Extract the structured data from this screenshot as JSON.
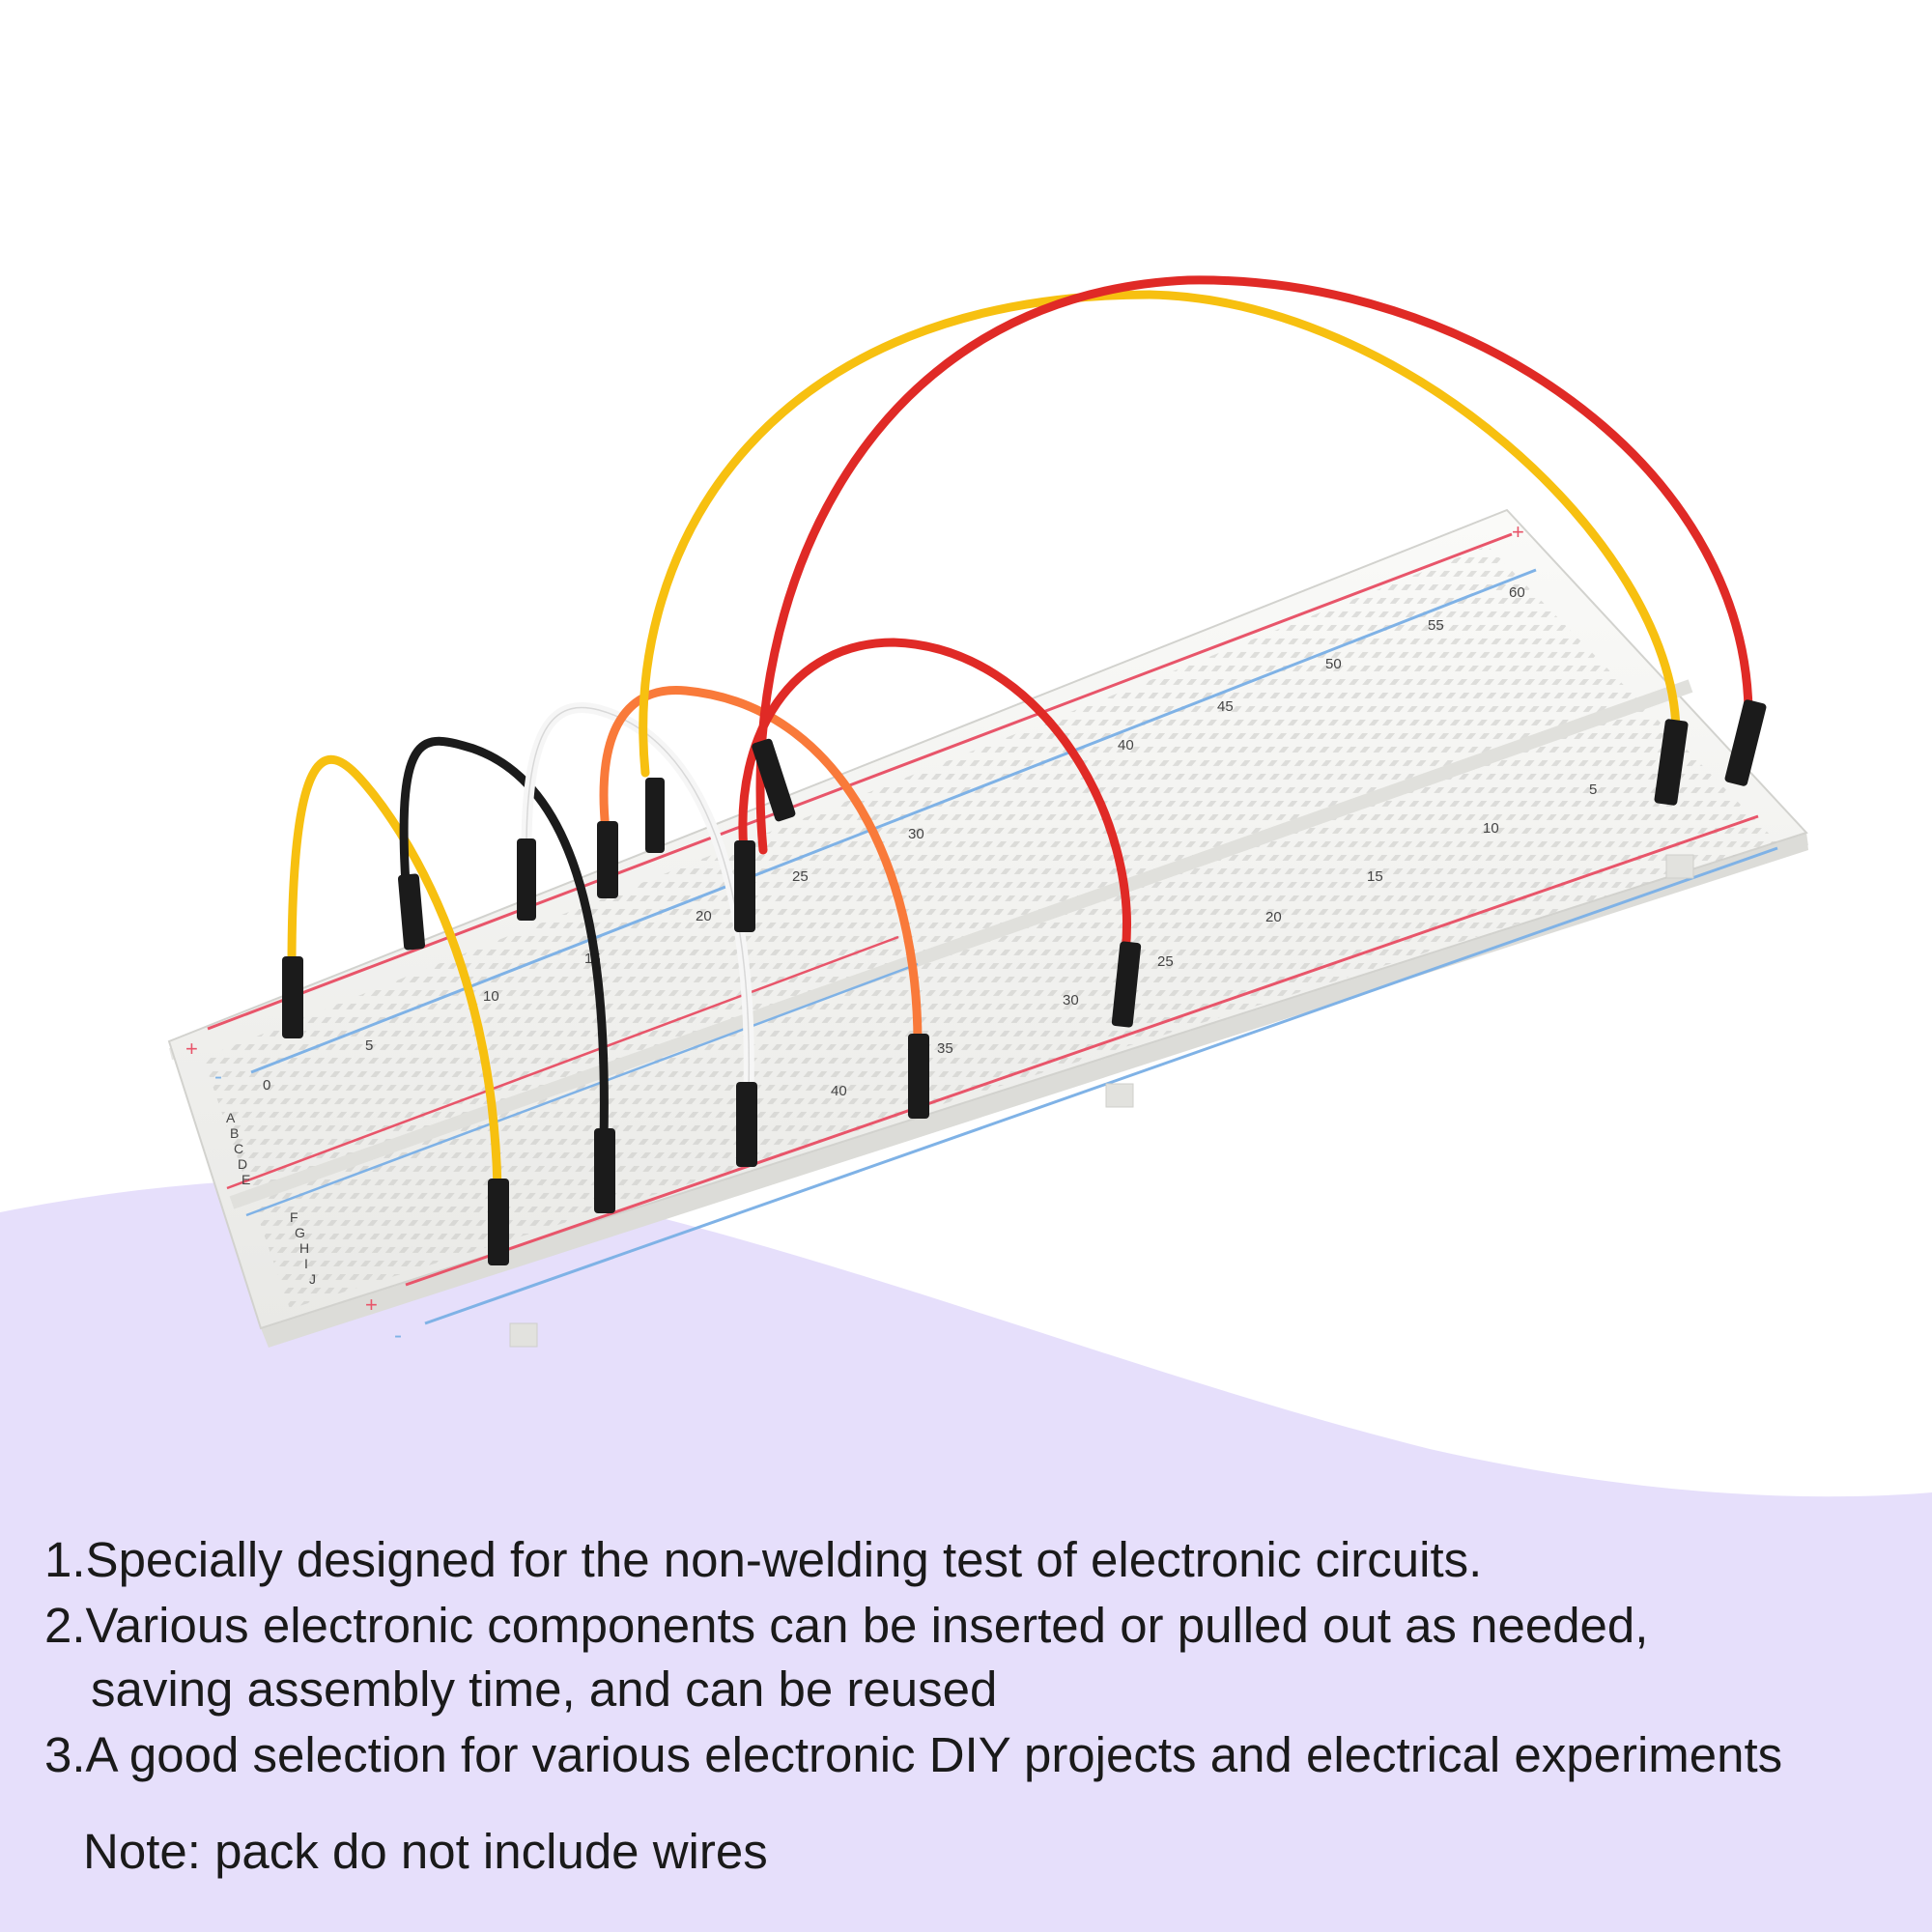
{
  "colors": {
    "background_lavender": "#e6dffb",
    "board_white": "#f4f4f2",
    "rail_red": "#e8556a",
    "rail_blue": "#7fb2e6",
    "wire_yellow": "#f7c010",
    "wire_red": "#e02a26",
    "wire_orange": "#f97a3a",
    "wire_black": "#1b1b1b",
    "wire_white": "#f6f6f6",
    "text": "#1a1a1a"
  },
  "board": {
    "rail_plus": "+",
    "rail_minus": "-",
    "column_numbers_front": [
      "0",
      "5",
      "10",
      "15",
      "20",
      "25",
      "30",
      "35",
      "40"
    ],
    "column_numbers_right": [
      "40",
      "45",
      "50",
      "55",
      "60"
    ],
    "column_numbers_far": [
      "5",
      "10",
      "15",
      "20",
      "25",
      "30"
    ],
    "row_letters_left": [
      "A",
      "B",
      "C",
      "D",
      "E"
    ],
    "row_letters_lower": [
      "F",
      "G",
      "H",
      "I",
      "J"
    ]
  },
  "features": [
    {
      "number": "1.",
      "text": "Specially designed for the non-welding test of electronic circuits.",
      "continuation": ""
    },
    {
      "number": "2.",
      "text": "Various electronic components can be inserted or pulled out as needed,",
      "continuation": "saving assembly time, and can be reused"
    },
    {
      "number": "3.",
      "text": "A good selection for various electronic DIY projects and electrical experiments",
      "continuation": ""
    }
  ],
  "note": "Note: pack do not include wires"
}
